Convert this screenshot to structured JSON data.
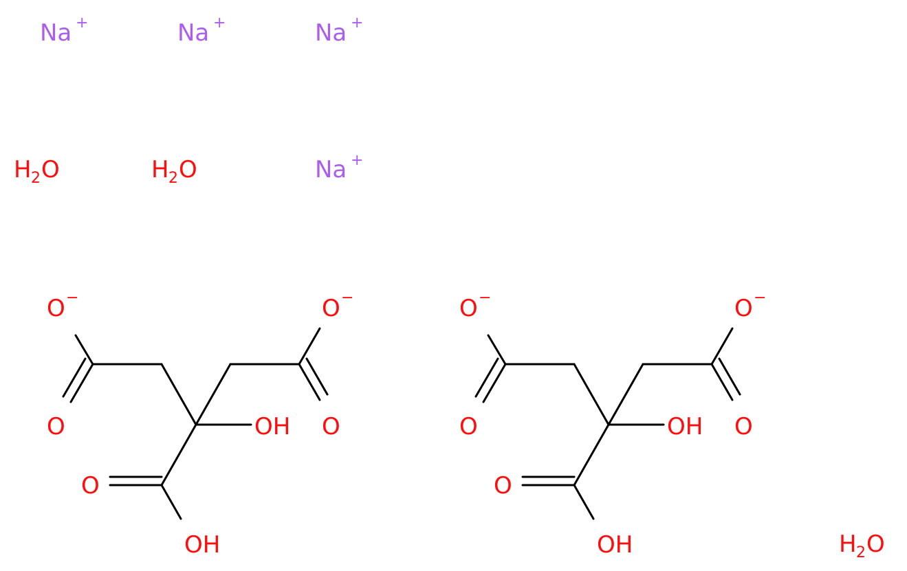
{
  "colors": {
    "bond": "#000000",
    "oxygen": "#ff0d0d",
    "sodium": "#ab5cf2"
  },
  "labels": {
    "na": "Na",
    "plus": "+",
    "minus": "−",
    "h": "H",
    "two": "2",
    "o": "O",
    "oh": "OH"
  }
}
